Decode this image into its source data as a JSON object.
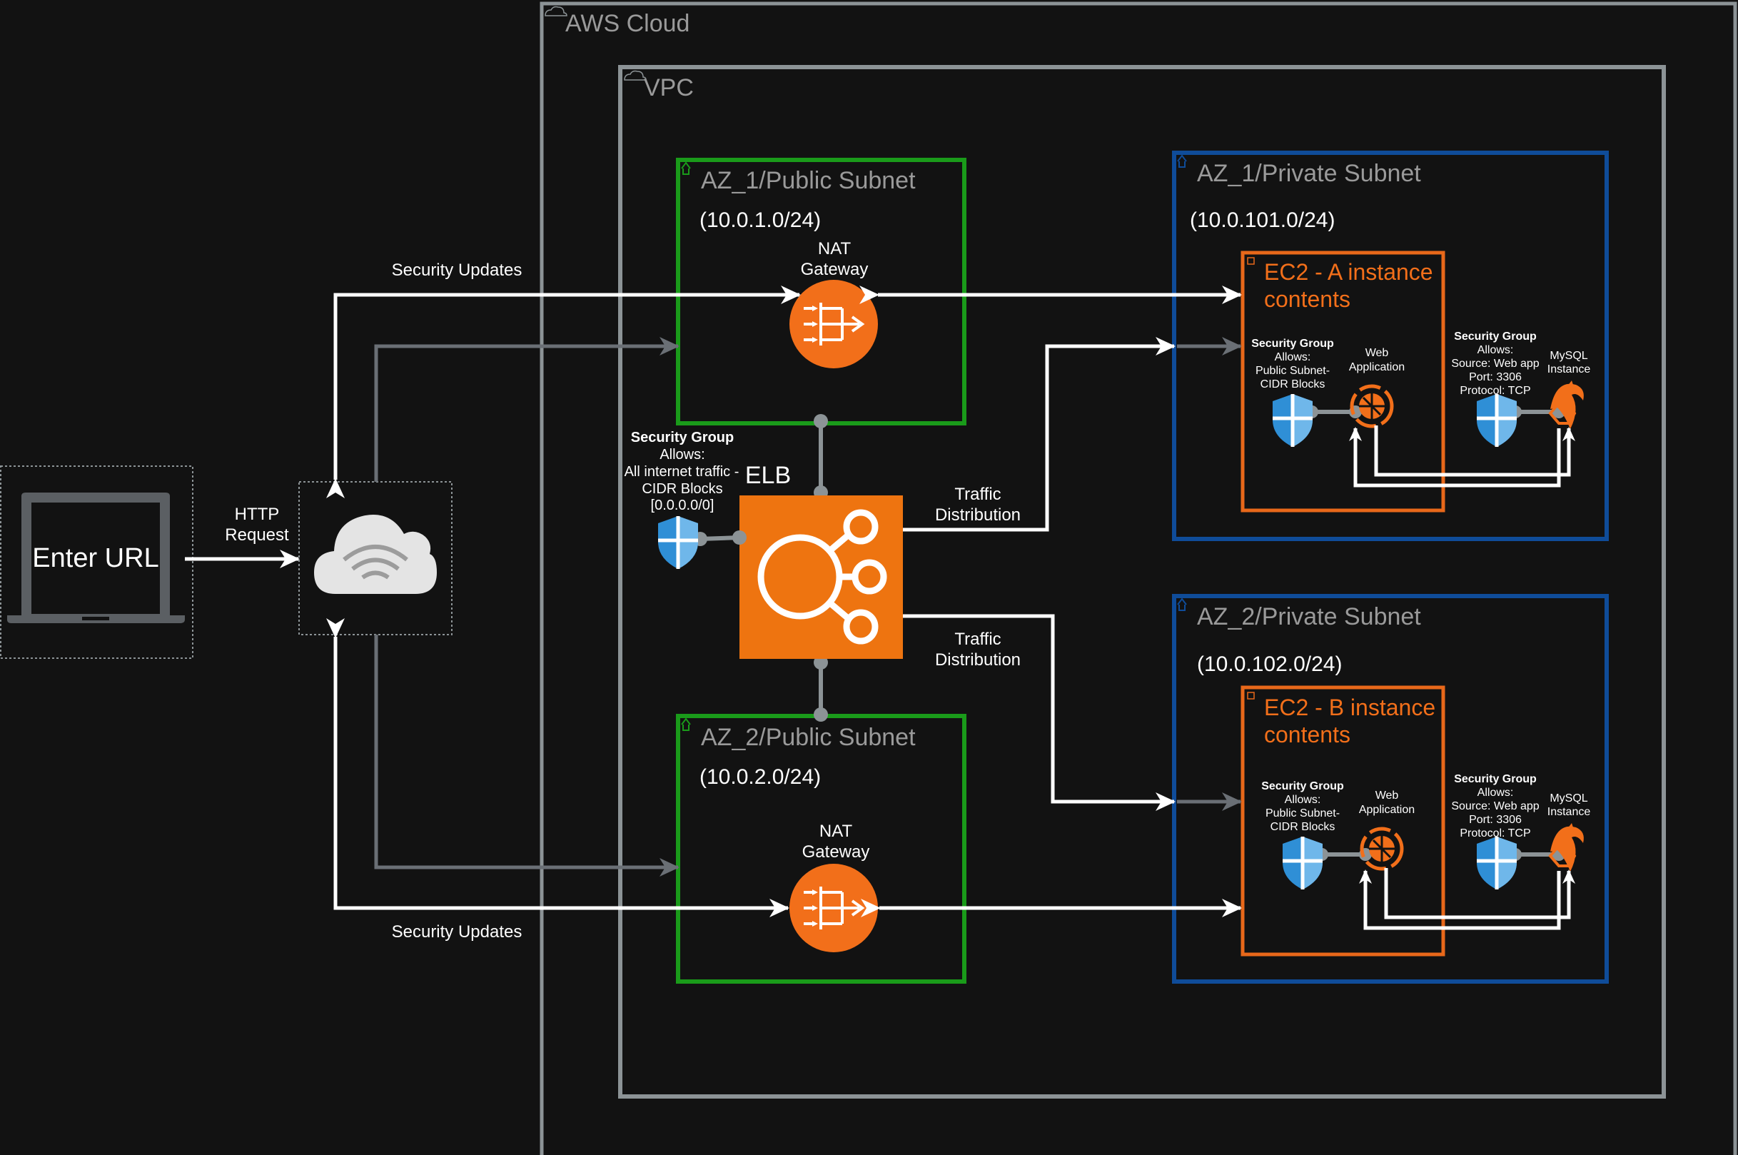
{
  "aws_cloud": {
    "label": "AWS Cloud"
  },
  "vpc": {
    "label": "VPC"
  },
  "client": {
    "label": "Enter URL"
  },
  "http_request": {
    "line1": "HTTP",
    "line2": "Request"
  },
  "security_updates": {
    "top": "Security Updates",
    "bottom": "Security Updates"
  },
  "public_subnet_1": {
    "title": "AZ_1/Public Subnet",
    "cidr": "(10.0.1.0/24)",
    "nat_line1": "NAT",
    "nat_line2": "Gateway"
  },
  "public_subnet_2": {
    "title": "AZ_2/Public Subnet",
    "cidr": "(10.0.2.0/24)",
    "nat_line1": "NAT",
    "nat_line2": "Gateway"
  },
  "elb": {
    "label": "ELB",
    "security_group": {
      "line1": "Security Group",
      "line2": "Allows:",
      "line3": "All internet traffic -",
      "line4": "CIDR Blocks",
      "line5": "[0.0.0.0/0]"
    }
  },
  "traffic_distribution": {
    "top_line1": "Traffic",
    "top_line2": "Distribution",
    "bottom_line1": "Traffic",
    "bottom_line2": "Distribution"
  },
  "private_subnet_1": {
    "title": "AZ_1/Private Subnet",
    "cidr": "(10.0.101.0/24)",
    "instance_line1": "EC2 - A instance",
    "instance_line2": "contents",
    "sg_web": {
      "line1": "Security Group",
      "line2": "Allows:",
      "line3": "Public Subnet-",
      "line4": "CIDR Blocks"
    },
    "web_app": {
      "line1": "Web",
      "line2": "Application"
    },
    "sg_db": {
      "line1": "Security Group",
      "line2": "Allows:",
      "line3": "Source: Web app",
      "line4": "Port: 3306",
      "line5": "Protocol: TCP"
    },
    "mysql": {
      "line1": "MySQL",
      "line2": "Instance"
    }
  },
  "private_subnet_2": {
    "title": "AZ_2/Private Subnet",
    "cidr": "(10.0.102.0/24)",
    "instance_line1": "EC2 - B instance",
    "instance_line2": "contents",
    "sg_web": {
      "line1": "Security Group",
      "line2": "Allows:",
      "line3": "Public Subnet-",
      "line4": "CIDR Blocks"
    },
    "web_app": {
      "line1": "Web",
      "line2": "Application"
    },
    "sg_db": {
      "line1": "Security Group",
      "line2": "Allows:",
      "line3": "Source: Web app",
      "line4": "Port: 3306",
      "line5": "Protocol: TCP"
    },
    "mysql": {
      "line1": "MySQL",
      "line2": "Instance"
    }
  },
  "colors": {
    "background": "#121212",
    "cloud_border": "#8c9396",
    "public_subnet": "#1a9b1a",
    "private_subnet": "#0f4c99",
    "instance": "#e8681a",
    "elb": "#ee7410",
    "shield": "#2f8fd6",
    "arrow_white": "#ffffff",
    "arrow_gray": "#6a6f75"
  }
}
